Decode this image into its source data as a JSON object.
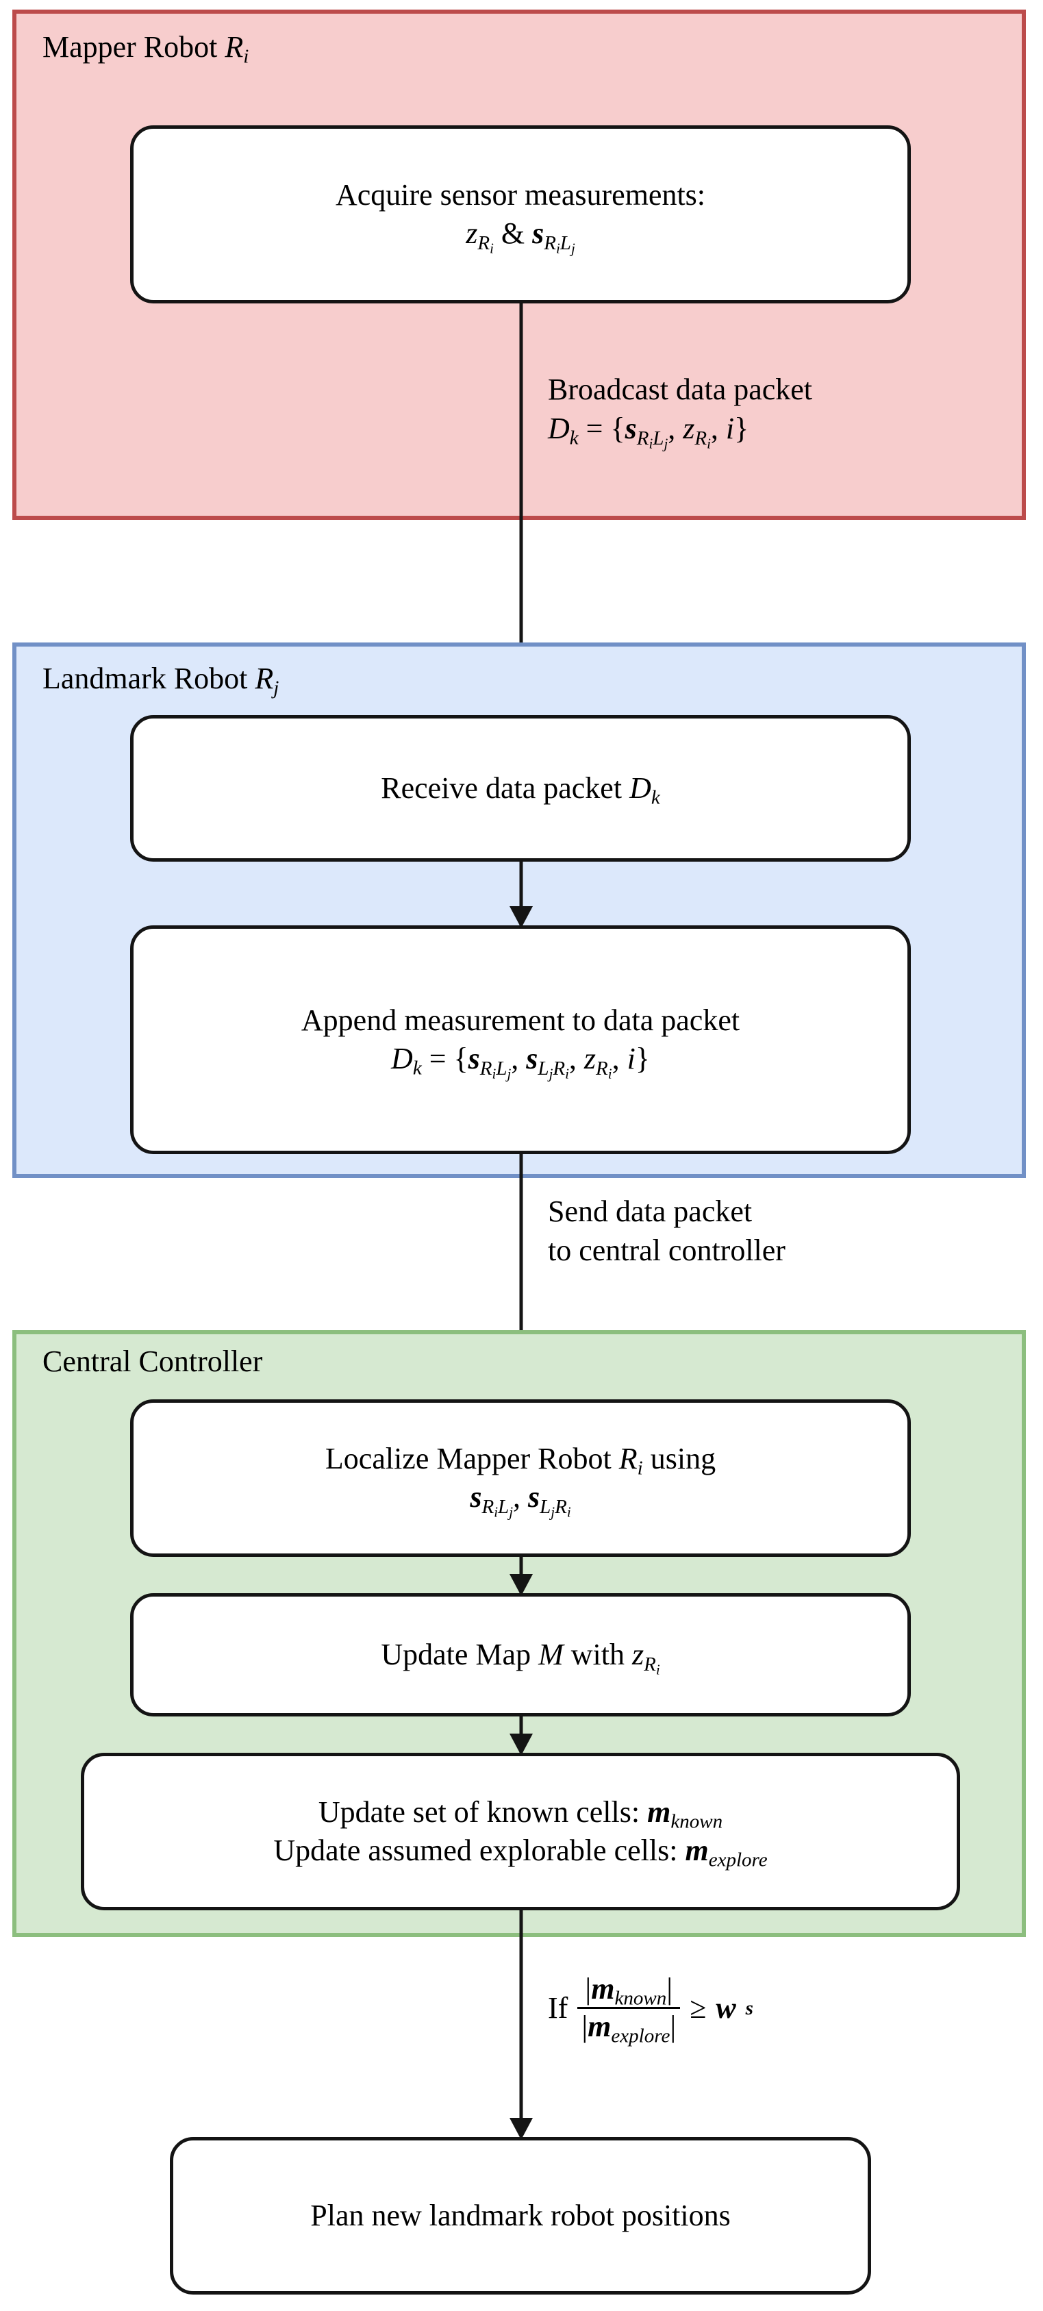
{
  "diagram": {
    "title": "Multi-robot collaborative mapping flowchart",
    "colors": {
      "mapper_fill": "#F7CDCD",
      "mapper_border": "#BC4B4B",
      "landmark_fill": "#DCE8FB",
      "landmark_border": "#7190C6",
      "central_fill": "#D6E9D1",
      "central_border": "#8CBE7E",
      "node_border": "#141414",
      "node_fill": "#FFFFFF"
    }
  },
  "panels": {
    "mapper": {
      "title_text": "Mapper Robot ",
      "title_symbol": "R",
      "title_symbol_sub": "i"
    },
    "landmark": {
      "title_text": "Landmark Robot ",
      "title_symbol": "R",
      "title_symbol_sub": "j"
    },
    "central": {
      "title_text": "Central Controller"
    }
  },
  "nodes": {
    "acquire": {
      "line1": "Acquire sensor measurements:",
      "line2_z": "z",
      "line2_z_sub": "R",
      "line2_z_subsub": "i",
      "line2_amp": "&",
      "line2_s": "s",
      "line2_s_sub_R": "R",
      "line2_s_sub_Ri": "i",
      "line2_s_sub_L": "L",
      "line2_s_sub_Lj": "j"
    },
    "receive": {
      "text": "Receive data packet ",
      "symbol": "D",
      "symbol_sub": "k"
    },
    "append": {
      "line1": "Append measurement to data packet",
      "line2": "D_k = { s_{R_i L_j}, s_{L_j R_i}, z_{R_i}, i }"
    },
    "localize": {
      "line1_pre": "Localize Mapper Robot ",
      "line1_symbol": "R",
      "line1_symbol_sub": "i",
      "line1_post": " using",
      "line2": "s_{R_i L_j}, s_{L_j R_i}"
    },
    "update_map": {
      "pre": "Update Map ",
      "symbol_M": "M",
      "mid": " with ",
      "symbol_z": "z",
      "symbol_z_sub": "R",
      "symbol_z_subsub": "i"
    },
    "update_cells": {
      "line1_pre": "Update set of known cells: ",
      "line1_symbol": "m",
      "line1_symbol_sub": "known",
      "line2_pre": "Update assumed explorable cells: ",
      "line2_symbol": "m",
      "line2_symbol_sub": "explore"
    },
    "plan": {
      "text": "Plan new landmark robot positions"
    }
  },
  "edges": {
    "broadcast": {
      "line1": "Broadcast data packet",
      "line2_D": "D",
      "line2_D_sub": "k",
      "line2_eq": "= {",
      "line2_s": "s",
      "line2_s_subR": "R",
      "line2_s_subRi": "i",
      "line2_s_subL": "L",
      "line2_s_subLj": "j",
      "line2_comma1": ",",
      "line2_z": "z",
      "line2_z_subR": "R",
      "line2_z_subRi": "i",
      "line2_comma2": ",",
      "line2_i": "i",
      "line2_close": "}"
    },
    "send": {
      "line1": "Send data packet",
      "line2": "to central controller"
    },
    "condition": {
      "if_label": "If",
      "numerator_symbol": "m",
      "numerator_sub": "known",
      "denominator_symbol": "m",
      "denominator_sub": "explore",
      "relation": "≥",
      "threshold_symbol": "w",
      "threshold_sub": "s"
    }
  }
}
